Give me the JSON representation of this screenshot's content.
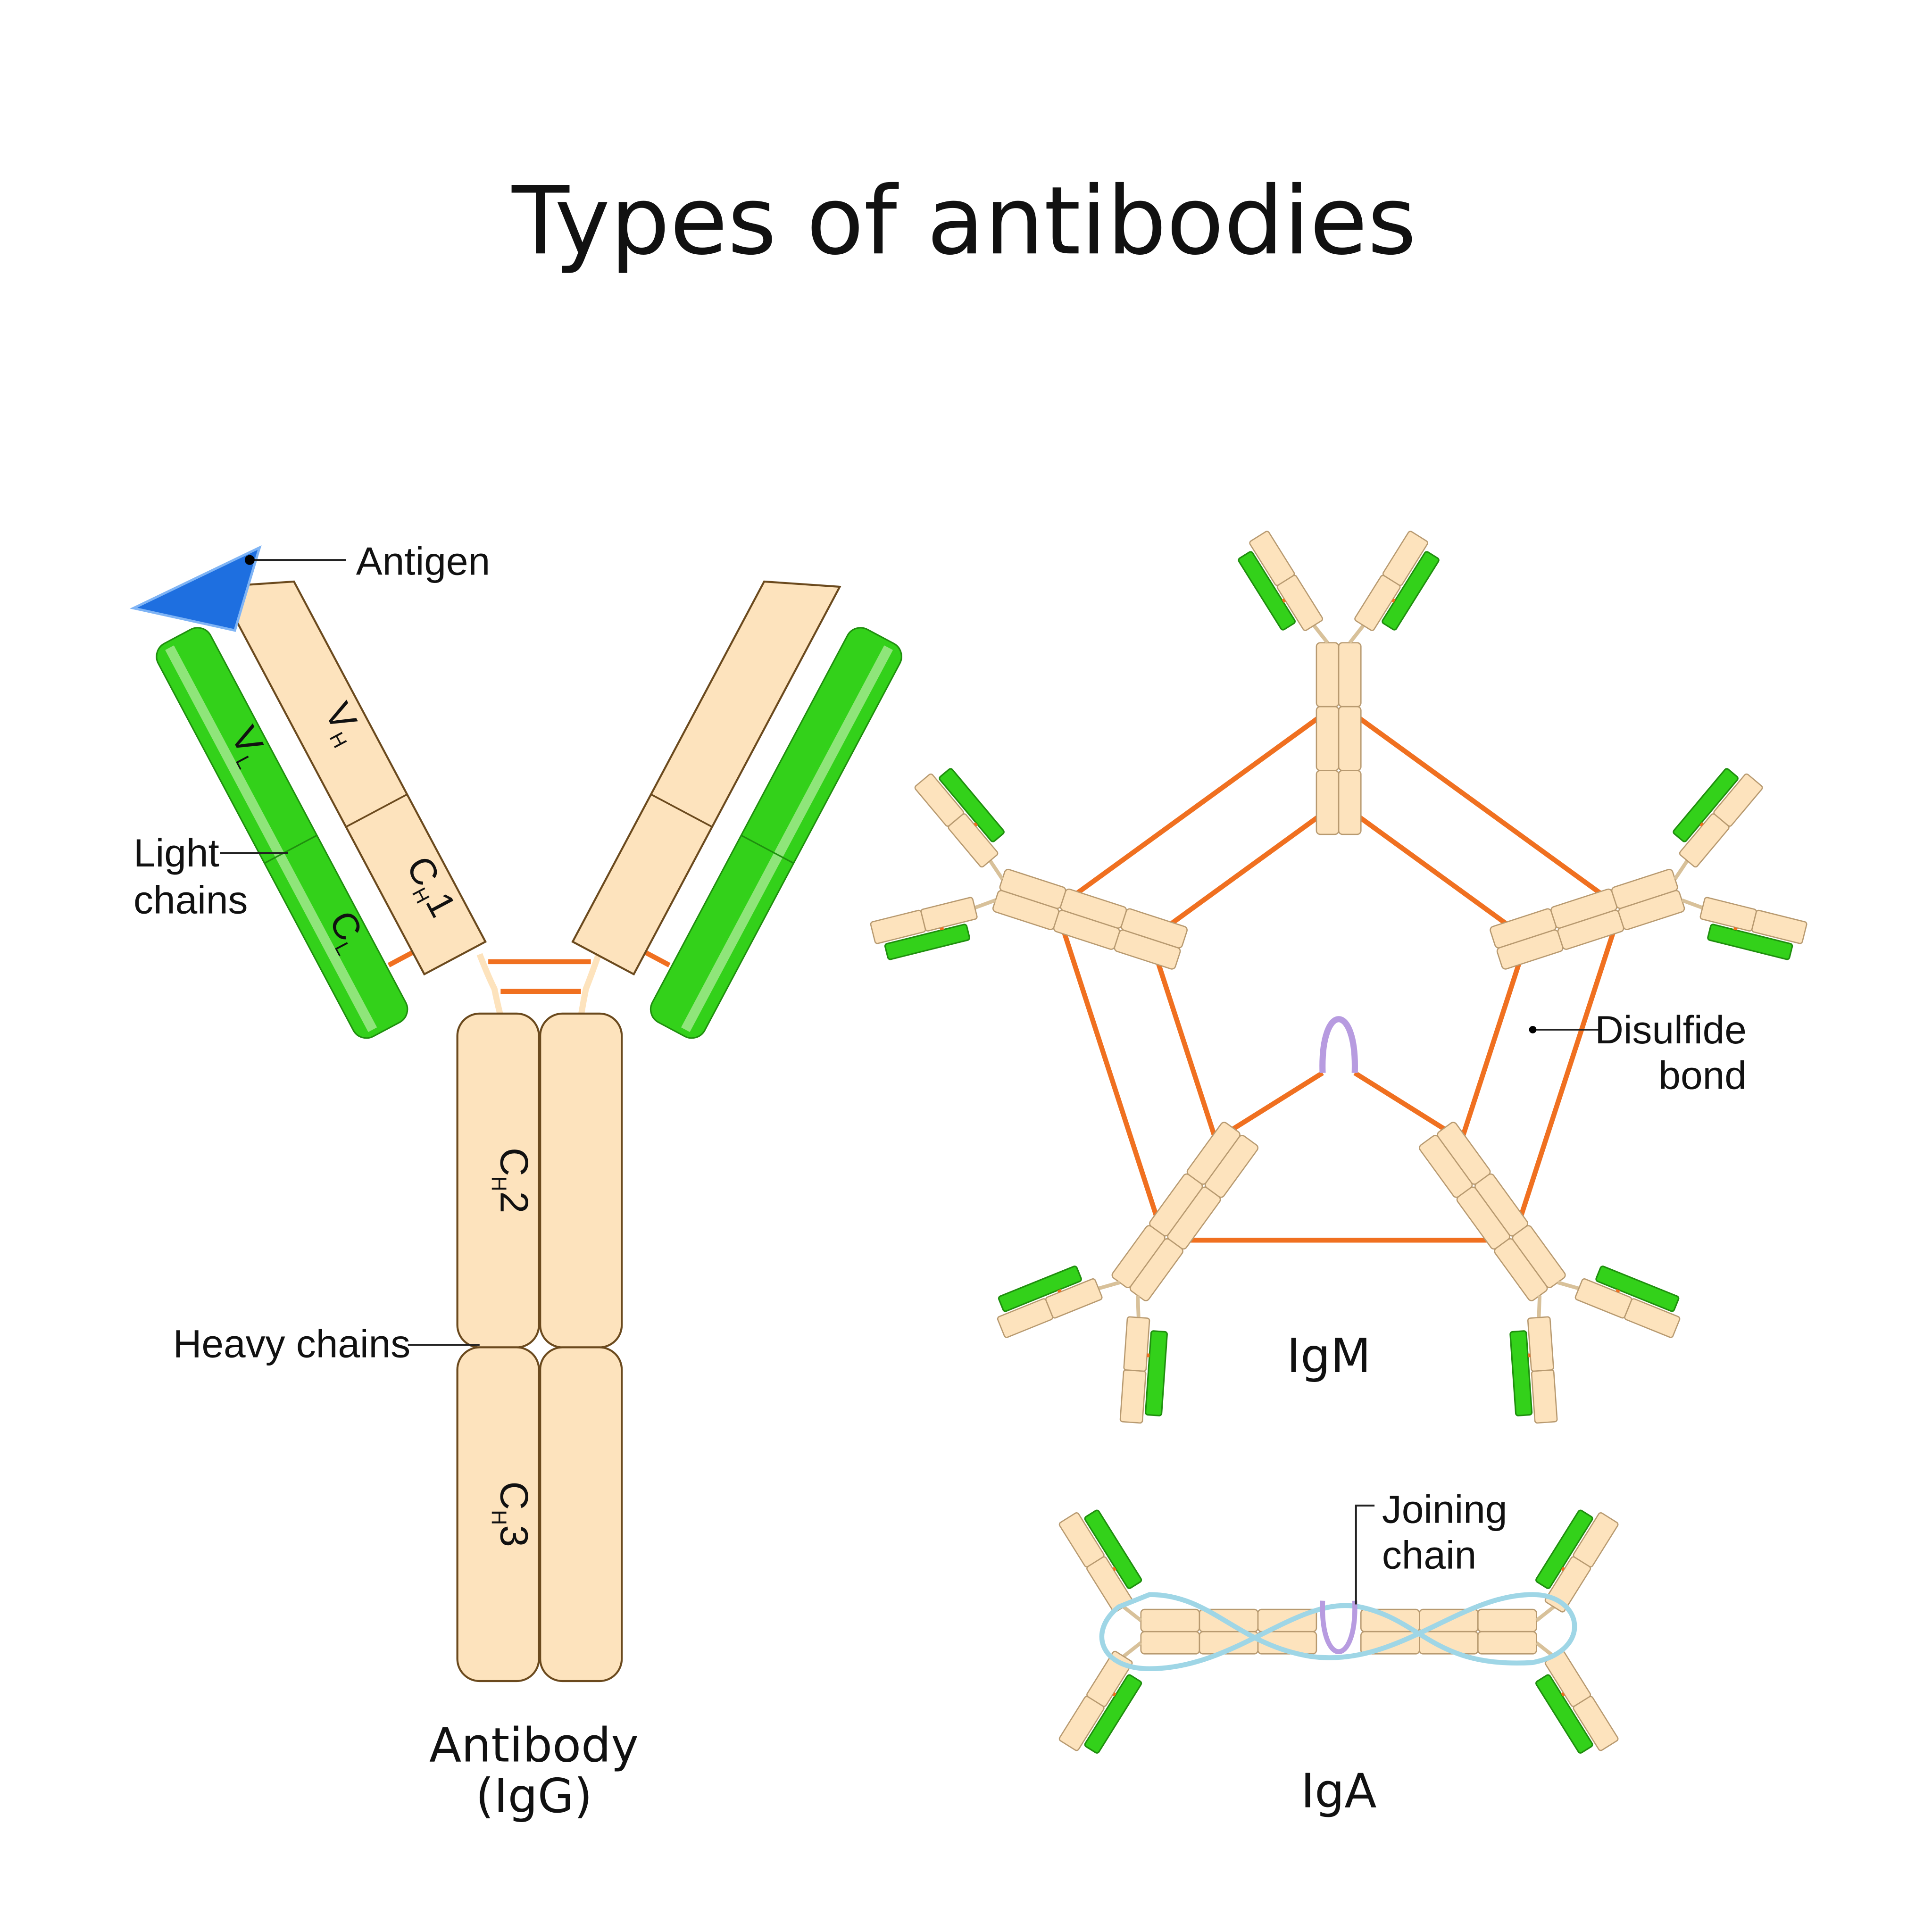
{
  "title": "Types of antibodies",
  "igg": {
    "name_line1": "Antibody",
    "name_line2": "(IgG)",
    "labels": {
      "antigen": "Antigen",
      "light_line1": "Light",
      "light_line2": "chains",
      "heavy": "Heavy chains"
    },
    "domains": {
      "vh": "V",
      "vh_sub": "H",
      "vl": "V",
      "vl_sub": "L",
      "cl": "C",
      "cl_sub": "L",
      "ch1": "C",
      "ch1_sub": "H",
      "ch1_num": "1",
      "ch2": "C",
      "ch2_sub": "H",
      "ch2_num": "2",
      "ch3": "C",
      "ch3_sub": "H",
      "ch3_num": "3"
    }
  },
  "igm": {
    "name": "IgM",
    "disulfide_line1": "Disulfide",
    "disulfide_line2": "bond"
  },
  "iga": {
    "name": "IgA",
    "joining_line1": "Joining",
    "joining_line2": "chain"
  },
  "colors": {
    "heavy": "#fde3bd",
    "light": "#33d11a",
    "antigen": "#1e6fe0",
    "disulfide": "#f07020",
    "j_chain": "#b79be0",
    "iga_link": "#9fd6e6"
  }
}
